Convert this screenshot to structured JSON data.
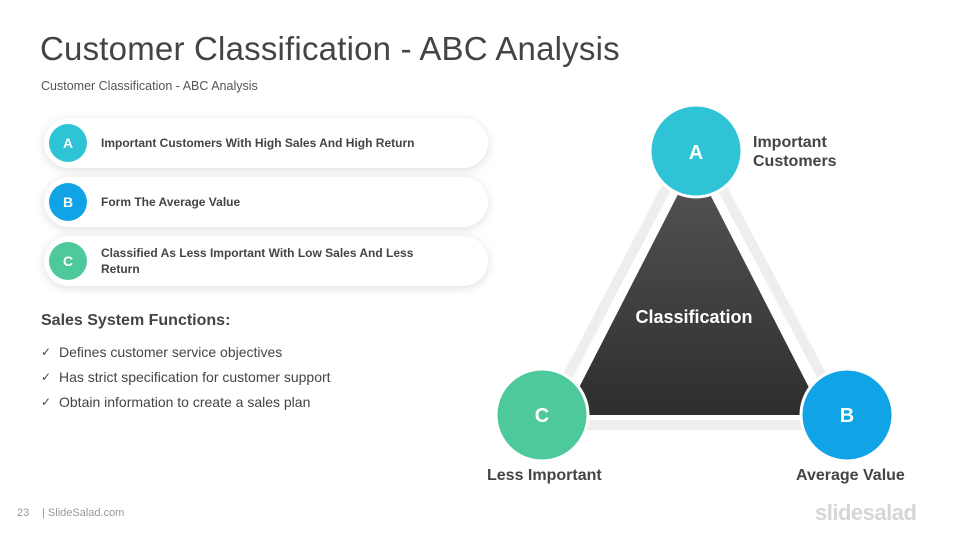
{
  "header": {
    "title": "Customer Classification - ABC Analysis",
    "subtitle": "Customer Classification  - ABC Analysis"
  },
  "items": [
    {
      "letter": "A",
      "text": "Important Customers With High  Sales And High Return",
      "color": "#2ec4d6"
    },
    {
      "letter": "B",
      "text": "Form The Average Value",
      "color": "#10a3e6"
    },
    {
      "letter": "C",
      "text": "Classified As Less Important With Low Sales And Less Return",
      "color": "#4dc99c"
    }
  ],
  "functions": {
    "title": "Sales System Functions:",
    "list": [
      "Defines customer service objectives",
      "Has strict specification for customer support",
      "Obtain information to create a sales plan"
    ]
  },
  "diagram": {
    "center_label": "Classification",
    "node_a": {
      "letter": "A",
      "label_line1": "Important",
      "label_line2": "Customers",
      "color": "#2ec4d6"
    },
    "node_b": {
      "letter": "B",
      "label": "Average Value",
      "color": "#10a3e6"
    },
    "node_c": {
      "letter": "C",
      "label": "Less Important",
      "color": "#4dc99c"
    }
  },
  "footer": {
    "page_number": "23",
    "site": "| SlideSalad.com",
    "logo": "slidesalad"
  }
}
